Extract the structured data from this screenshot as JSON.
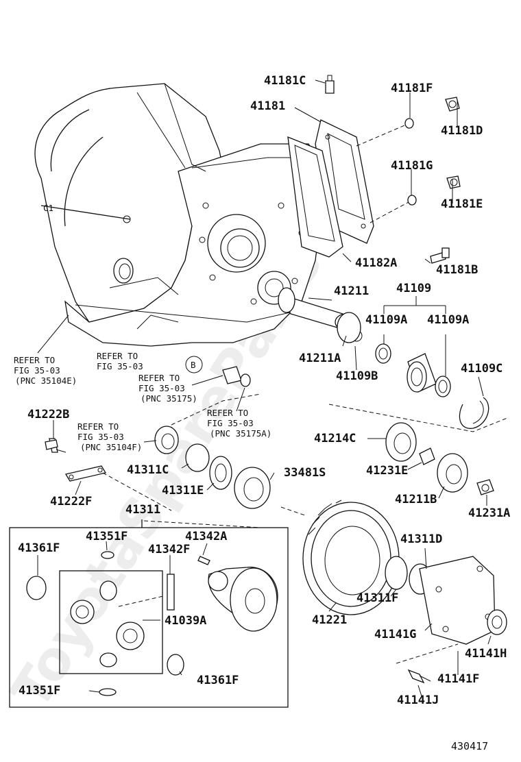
{
  "watermark": "ToyotaSpareParts.ru",
  "figure_number": "430417",
  "labels": {
    "p41181C": "41181C",
    "p41181F": "41181F",
    "p41181": "41181",
    "p41181D": "41181D",
    "p41181G": "41181G",
    "p41181E": "41181E",
    "p41182A": "41182A",
    "p41181B": "41181B",
    "p41211": "41211",
    "p41109": "41109",
    "p41109A_l": "41109A",
    "p41109A_r": "41109A",
    "p41211A": "41211A",
    "p41109B": "41109B",
    "p41109C": "41109C",
    "p41222B": "41222B",
    "p41214C": "41214C",
    "p41231E": "41231E",
    "p41311C": "41311C",
    "p33481S": "33481S",
    "p41311E": "41311E",
    "p41211B": "41211B",
    "p41231A": "41231A",
    "p41222F": "41222F",
    "p41311": "41311",
    "p41351F_t": "41351F",
    "p41342A": "41342A",
    "p41361F_l": "41361F",
    "p41342F": "41342F",
    "p41311D": "41311D",
    "p41311F": "41311F",
    "p41039A": "41039A",
    "p41221": "41221",
    "p41141G": "41141G",
    "p41141H": "41141H",
    "p41361F_b": "41361F",
    "p41141F": "41141F",
    "p41351F_b": "41351F",
    "p41141J": "41141J"
  },
  "refs": {
    "r1": {
      "l1": "REFER TO",
      "l2": "FIG 35-03",
      "l3": "(PNC 35104E)"
    },
    "r2": {
      "l1": "REFER TO",
      "l2": "FIG 35-03",
      "tag": "B"
    },
    "r3": {
      "l1": "REFER TO",
      "l2": "FIG 35-03",
      "l3": "(PNC 35175)"
    },
    "r4": {
      "l1": "REFER TO",
      "l2": "FIG 35-03",
      "l3": "(PNC 35175A)"
    },
    "r5": {
      "l1": "REFER TO",
      "l2": "FIG 35-03",
      "l3": "(PNC 35104F)"
    }
  },
  "case_marker": "C1"
}
